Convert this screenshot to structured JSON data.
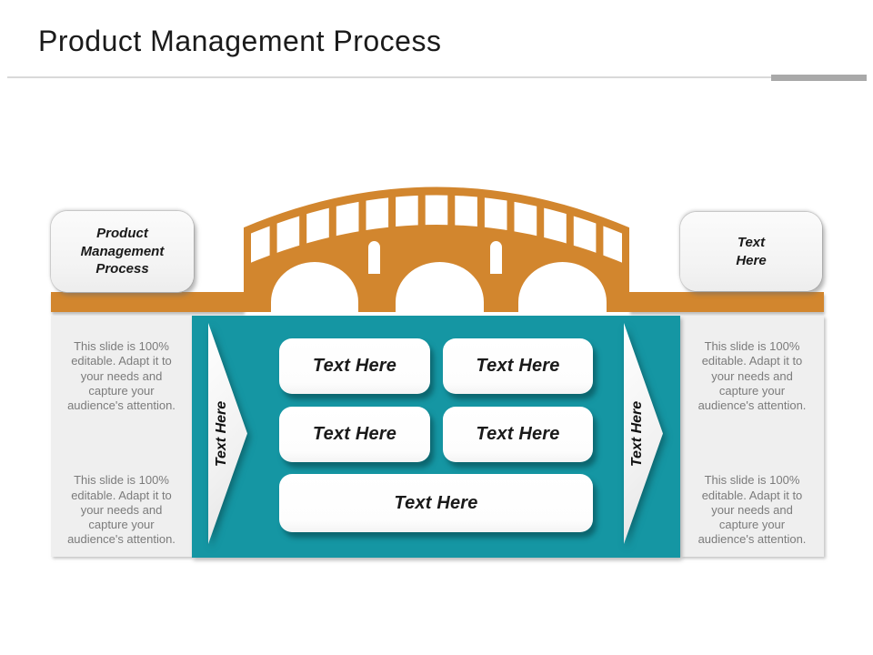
{
  "header": {
    "title": "Product Management Process"
  },
  "colors": {
    "accent_orange": "#D2862E",
    "accent_teal": "#1596A3",
    "panel_gray": "#EFEFEF",
    "panel_text_gray": "#7B7B7B",
    "title_black": "#1B1B1B",
    "divider_gray": "#D9D9D9",
    "divider_accent_gray": "#A9A9A9"
  },
  "icons": {
    "bridge": "arch-bridge-icon"
  },
  "cards": {
    "left_label": "Product Management Process",
    "right_label": "Text Here"
  },
  "side_panels": {
    "left": {
      "paragraph_1": "This slide is 100% editable. Adapt it to your needs and capture your audience's attention.",
      "paragraph_2": "This slide is 100% editable. Adapt it to your needs and capture your audience's attention."
    },
    "right": {
      "paragraph_1": "This slide is 100% editable. Adapt it to your needs and capture your audience's attention.",
      "paragraph_2": "This slide is 100% editable. Adapt it to your needs and capture your audience's attention."
    }
  },
  "diagram": {
    "left_arrow_label": "Text Here",
    "right_arrow_label": "Text Here",
    "boxes": {
      "row1_col1": "Text Here",
      "row1_col2": "Text Here",
      "row2_col1": "Text Here",
      "row2_col2": "Text Here",
      "bottom_wide": "Text Here"
    }
  }
}
